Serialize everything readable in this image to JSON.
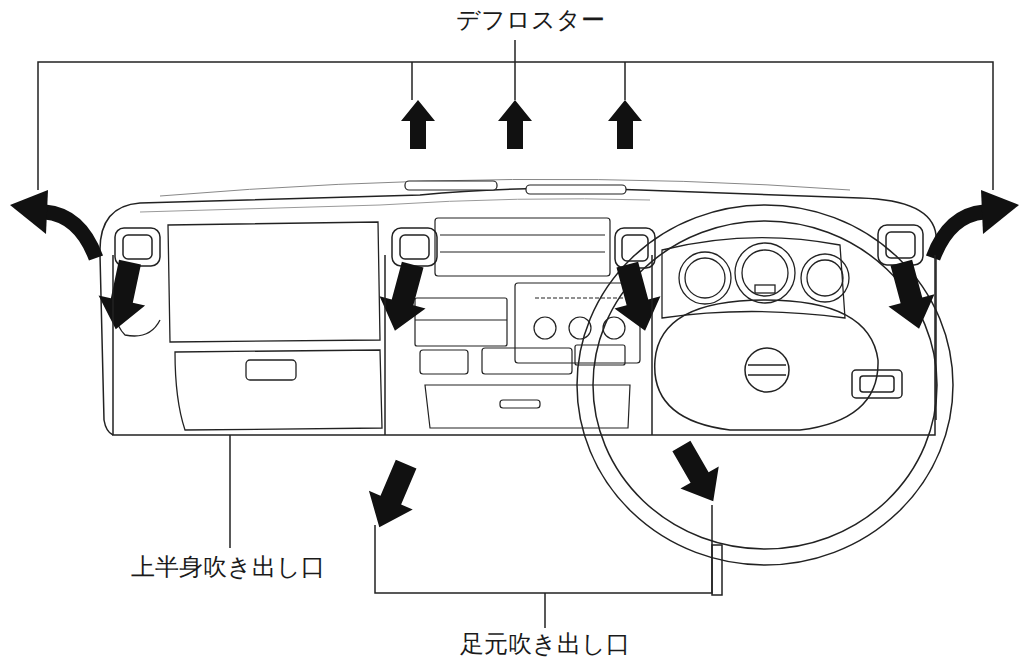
{
  "diagram": {
    "labels": [
      "デフロスター",
      "上半身吹き出し口",
      "足元吹き出し口"
    ]
  }
}
